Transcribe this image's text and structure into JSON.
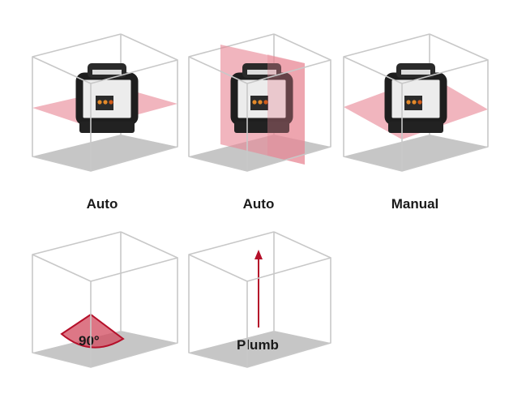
{
  "panels": [
    {
      "caption": "Auto",
      "mode": "horizontal-plane"
    },
    {
      "caption": "Auto",
      "mode": "vertical-plane"
    },
    {
      "caption": "Manual",
      "mode": "inclined-plane"
    },
    {
      "label": "90°",
      "mode": "right-angle"
    },
    {
      "label": "Plumb",
      "mode": "plumb"
    }
  ],
  "colors": {
    "edge": "#c8c8c8",
    "floor": "#c6c6c6",
    "laser_plane": "#e88896",
    "angle_fill": "#d24a5e",
    "angle_stroke": "#b5102a",
    "arrow": "#b5102a",
    "device_body": "#ececec",
    "device_frame": "#1e1e1e"
  },
  "icons": [
    "rotary-laser-device",
    "plumb-arrow-icon"
  ]
}
